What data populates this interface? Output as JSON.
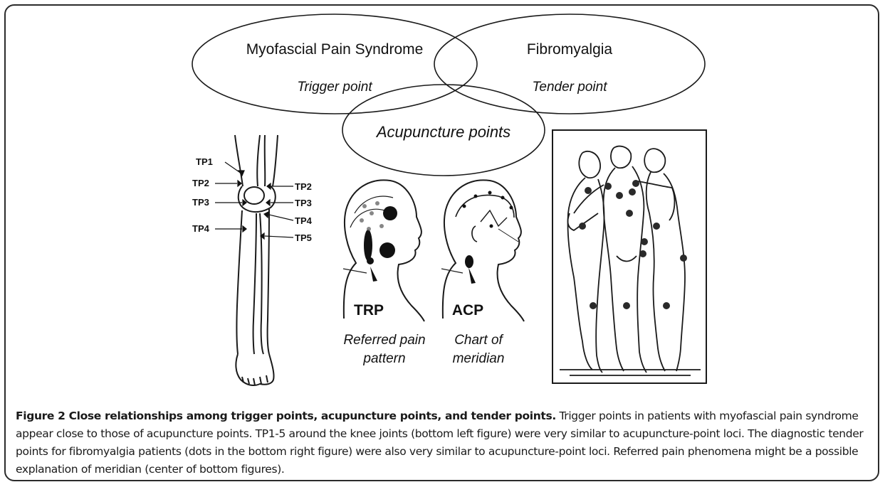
{
  "venn": {
    "left_title": "Myofascial Pain Syndrome",
    "left_sub": "Trigger point",
    "right_title": "Fibromyalgia",
    "right_sub": "Tender point",
    "bottom": "Acupuncture points"
  },
  "knee": {
    "left_labels": [
      "TP1",
      "TP2",
      "TP3",
      "TP4"
    ],
    "right_labels": [
      "TP2",
      "TP3",
      "TP4",
      "TP5"
    ]
  },
  "heads": {
    "left_tag": "TRP",
    "right_tag": "ACP",
    "left_caption_line1": "Referred pain",
    "left_caption_line2": "pattern",
    "right_caption_line1": "Chart of",
    "right_caption_line2": "meridian"
  },
  "caption": {
    "title": "Figure 2 Close relationships among trigger points, acupuncture points, and tender points.",
    "body": " Trigger points in patients with myofascial pain syndrome appear close to those of acupuncture points. TP1-5 around the knee joints (bottom left figure) were very similar to acupuncture-point loci. The diagnostic tender points for fibromyalgia patients (dots in the bottom right figure) were also very similar to acupuncture-point loci. Referred pain phenomena might be a possible explanation of meridian (center of bottom figures)."
  }
}
